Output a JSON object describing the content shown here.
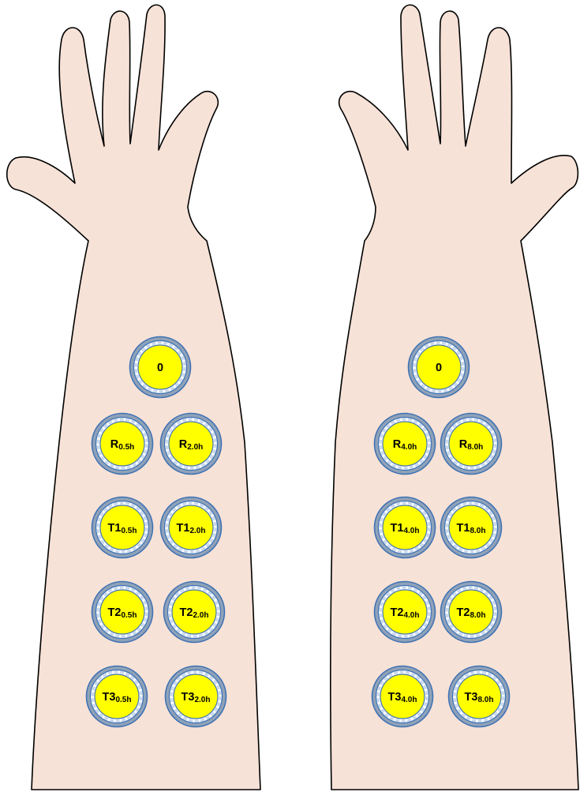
{
  "colors": {
    "skin": "#f7e2d7",
    "outline": "#000000",
    "site_fill": "#ffff00",
    "ring_outer": "#8fa2b8",
    "ring_border": "#3f72b5",
    "ring_inner": "#c9d9ec"
  },
  "arms": [
    {
      "name": "left-arm",
      "sites": [
        {
          "main": "0",
          "sub": ""
        },
        {
          "main": "R",
          "sub": "0.5h"
        },
        {
          "main": "R",
          "sub": "2.0h"
        },
        {
          "main": "T1",
          "sub": "0.5h"
        },
        {
          "main": "T1",
          "sub": "2.0h"
        },
        {
          "main": "T2",
          "sub": "0.5h"
        },
        {
          "main": "T2",
          "sub": "2.0h"
        },
        {
          "main": "T3",
          "sub": "0.5h"
        },
        {
          "main": "T3",
          "sub": "2.0h"
        }
      ]
    },
    {
      "name": "right-arm",
      "sites": [
        {
          "main": "0",
          "sub": ""
        },
        {
          "main": "R",
          "sub": "4.0h"
        },
        {
          "main": "R",
          "sub": "8.0h"
        },
        {
          "main": "T1",
          "sub": "4.0h"
        },
        {
          "main": "T1",
          "sub": "8.0h"
        },
        {
          "main": "T2",
          "sub": "4.0h"
        },
        {
          "main": "T2",
          "sub": "8.0h"
        },
        {
          "main": "T3",
          "sub": "4.0h"
        },
        {
          "main": "T3",
          "sub": "8.0h"
        }
      ]
    }
  ]
}
